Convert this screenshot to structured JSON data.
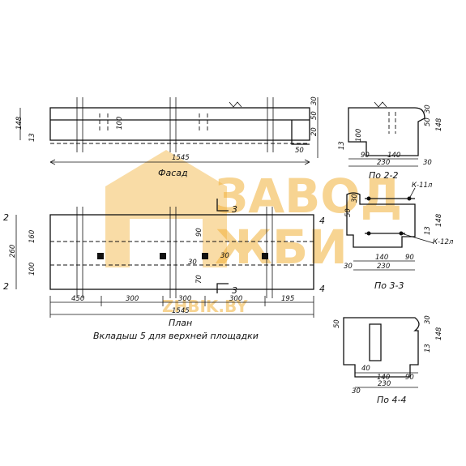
{
  "views": {
    "facade": {
      "title": "Фасад",
      "dims": {
        "h148": "148",
        "d13": "13",
        "d100": "100",
        "d30": "30",
        "d50": "50",
        "d20": "20",
        "d50b": "50",
        "len": "1545"
      }
    },
    "plan": {
      "title": "План",
      "caption": "Вкладыш 5 для верхней площадки",
      "dims": {
        "d260": "260",
        "d160": "160",
        "d100": "100",
        "d90": "90",
        "d30a": "30",
        "d30b": "30",
        "d70": "70",
        "s450": "450",
        "s300a": "300",
        "s300b": "300",
        "s300c": "300",
        "s195": "195",
        "len": "1545"
      },
      "section_marks": {
        "m2a": "2",
        "m2b": "2",
        "m3a": "3",
        "m3b": "3",
        "m4a": "4",
        "m4b": "4"
      }
    },
    "sec22": {
      "title": "По 2-2",
      "dims": {
        "d30": "30",
        "d50": "50",
        "h148": "148",
        "d13": "13",
        "d100": "100",
        "d90": "90",
        "d140": "140",
        "w230": "230",
        "d30b": "30"
      }
    },
    "sec33": {
      "title": "По 3-3",
      "dims": {
        "d50": "50",
        "d30": "30",
        "h148": "148",
        "d13": "13",
        "d140": "140",
        "d90": "90",
        "w230": "230",
        "d30b": "30"
      },
      "rebar": {
        "k11": "К-11л",
        "k12": "К-12л"
      }
    },
    "sec44": {
      "title": "По 4-4",
      "dims": {
        "d50": "50",
        "d30": "30",
        "h148": "148",
        "d13": "13",
        "d40": "40",
        "d140": "140",
        "d90": "90",
        "w230": "230",
        "d30b": "30"
      }
    }
  },
  "watermark": {
    "line1": "ЗАВОД",
    "line2": "ЖБИ",
    "url": "ZHBIK.BY",
    "color": "#f2b13a"
  }
}
